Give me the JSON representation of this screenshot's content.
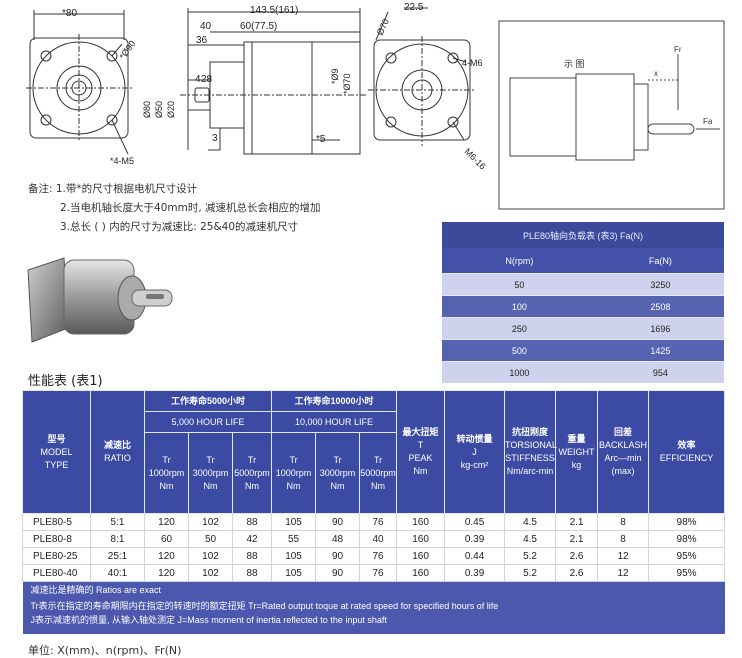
{
  "drawings": {
    "front_left": {
      "dim_top": "*80",
      "dim_dia": "*Ø90",
      "dim_bolt": "*4-M5"
    },
    "side": {
      "dim_total": "143.5(161)",
      "dim_40": "40",
      "dim_60": "60(77.5)",
      "dim_36": "36",
      "dim_4": "4",
      "dim_28": "28",
      "dim_3": "3",
      "dim_5": "*5",
      "dim_d80": "Ø80",
      "dim_d50": "Ø50",
      "dim_d20": "Ø20",
      "dim_d9": "*Ø9",
      "dim_d70": "*Ø70"
    },
    "front_right": {
      "dim_d70": "Ø70",
      "dim_22_5": "22.5",
      "dim_4m6": "4-M6",
      "dim_m6_16": "M6-16"
    },
    "diagram": {
      "title": "示 图",
      "label_fr": "Fr",
      "label_x": "x",
      "label_fa": "Fa"
    }
  },
  "notes": {
    "line1": "备注: 1.带*的尺寸根据电机尺寸设计",
    "line2": "2.当电机轴长度大于40mm时, 减速机总长会相应的增加",
    "line3": "3.总长 ( ) 内的尺寸为减速比: 25&40的减速机尺寸"
  },
  "load_table": {
    "caption": "PLE80轴向负载表 (表3) Fa(N)",
    "headers": [
      "N(rpm)",
      "Fa(N)"
    ],
    "rows": [
      [
        "50",
        "3250"
      ],
      [
        "100",
        "2508"
      ],
      [
        "250",
        "1696"
      ],
      [
        "500",
        "1425"
      ],
      [
        "1000",
        "954"
      ]
    ]
  },
  "perf_title": "性能表 (表1)",
  "perf_table": {
    "h_model": [
      "型号",
      "MODEL",
      "TYPE"
    ],
    "h_ratio": [
      "减速比",
      "RATIO"
    ],
    "life5000_cn": "工作寿命5000小时",
    "life5000_en": "5,000 HOUR LIFE",
    "life10000_cn": "工作寿命10000小时",
    "life10000_en": "10,000 HOUR LIFE",
    "tr_cols": [
      [
        "Tr",
        "1000rpm",
        "Nm"
      ],
      [
        "Tr",
        "3000rpm",
        "Nm"
      ],
      [
        "Tr",
        "5000rpm",
        "Nm"
      ],
      [
        "Tr",
        "1000rpm",
        "Nm"
      ],
      [
        "Tr",
        "3000rpm",
        "Nm"
      ],
      [
        "Tr",
        "5000rpm",
        "Nm"
      ]
    ],
    "h_peak": [
      "最大扭矩",
      "T",
      "PEAK",
      "Nm"
    ],
    "h_inertia": [
      "转动惯量",
      "J",
      "kg-cm²"
    ],
    "h_stiff": [
      "抗扭刚度",
      "TORSIONAL",
      "STIFFNESS",
      "Nm/arc-min"
    ],
    "h_weight": [
      "重量",
      "WEIGHT",
      "kg"
    ],
    "h_backlash": [
      "回差",
      "BACKLASH",
      "Arc—min",
      "(max)"
    ],
    "h_eff": [
      "效率",
      "EFFICIENCY"
    ],
    "rows": [
      [
        "PLE80-5",
        "5:1",
        "120",
        "102",
        "88",
        "105",
        "90",
        "76",
        "160",
        "0.45",
        "4.5",
        "2.1",
        "8",
        "98%"
      ],
      [
        "PLE80-8",
        "8:1",
        "60",
        "50",
        "42",
        "55",
        "48",
        "40",
        "160",
        "0.39",
        "4.5",
        "2.1",
        "8",
        "98%"
      ],
      [
        "PLE80-25",
        "25:1",
        "120",
        "102",
        "88",
        "105",
        "90",
        "76",
        "160",
        "0.44",
        "5.2",
        "2.6",
        "12",
        "95%"
      ],
      [
        "PLE80-40",
        "40:1",
        "120",
        "102",
        "88",
        "105",
        "90",
        "76",
        "160",
        "0.39",
        "5.2",
        "2.6",
        "12",
        "95%"
      ]
    ],
    "footnotes": [
      "减速比是精确的   Ratios are exact",
      "Tr表示在指定的寿命期限内在指定的转速时的额定扭矩  Tr=Rated output toque at rated speed for specified hours of life",
      "J表示减速机的惯量, 从输入轴处测定 J=Mass moment of inertia reflected to the input shaft"
    ]
  },
  "unit_line": "单位: X(mm)、n(rpm)、Fr(N)",
  "colors": {
    "header_blue": "#3b4aa3",
    "row_light": "#cfd2ec",
    "row_dark": "#5663b1"
  }
}
